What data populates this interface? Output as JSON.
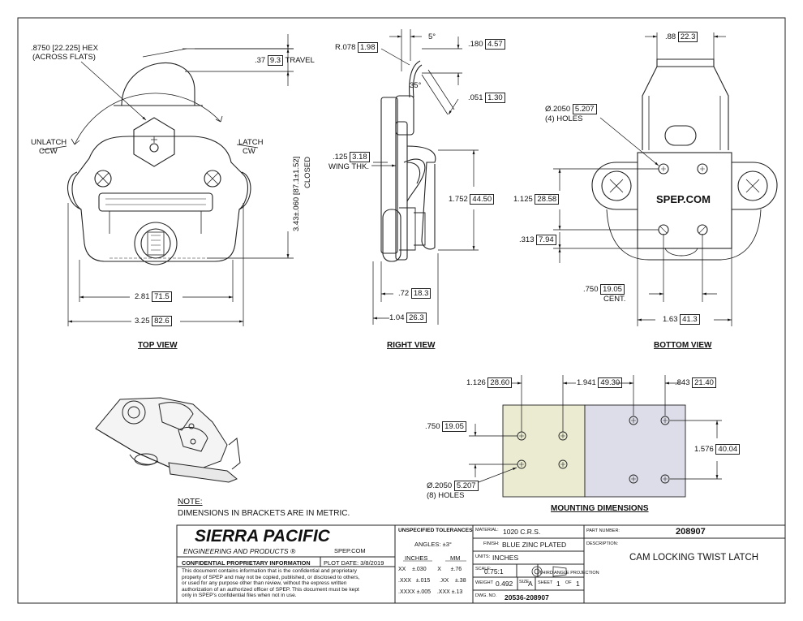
{
  "top_view": {
    "title": "TOP VIEW",
    "hex_dim": ".8750 [22.225] HEX",
    "hex_note": "(ACROSS FLATS)",
    "travel_a": ".37",
    "travel_b": "9.3",
    "travel_label": "TRAVEL",
    "unlatch_1": "UNLATCH",
    "unlatch_2": "CCW",
    "latch_1": "LATCH",
    "latch_2": "CW",
    "closed_dim": "3.43±.060 [87.1±1.52]",
    "closed_label": "CLOSED",
    "width_a": "2.81",
    "width_b": "71.5",
    "overall_a": "3.25",
    "overall_b": "82.6"
  },
  "right_view": {
    "title": "RIGHT VIEW",
    "radius_a": "R.078",
    "radius_b": "1.98",
    "angle5": "5°",
    "angle35": "35°",
    "d180_a": ".180",
    "d180_b": "4.57",
    "d051_a": ".051",
    "d051_b": "1.30",
    "wing_a": ".125",
    "wing_b": "3.18",
    "wing_label": "WING THK.",
    "h1752_a": "1.752",
    "h1752_b": "44.50",
    "w72_a": ".72",
    "w72_b": "18.3",
    "w104_a": "1.04",
    "w104_b": "26.3"
  },
  "bottom_view": {
    "title": "BOTTOM VIEW",
    "top_a": ".88",
    "top_b": "22.3",
    "holes_a": "Ø.2050",
    "holes_b": "5.207",
    "holes_label": "(4) HOLES",
    "brand": "SPEP.COM",
    "h1125_a": "1.125",
    "h1125_b": "28.58",
    "h313_a": ".313",
    "h313_b": "7.94",
    "cent_a": ".750",
    "cent_b": "19.05",
    "cent_label": "CENT.",
    "w163_a": "1.63",
    "w163_b": "41.3"
  },
  "mounting": {
    "title": "MOUNTING DIMENSIONS",
    "d1126_a": "1.126",
    "d1126_b": "28.60",
    "d1941_a": "1.941",
    "d1941_b": "49.30",
    "d843_a": ".843",
    "d843_b": "21.40",
    "d750_a": ".750",
    "d750_b": "19.05",
    "d1576_a": "1.576",
    "d1576_b": "40.04",
    "holes_a": "Ø.2050",
    "holes_b": "5.207",
    "holes_label": "(8) HOLES",
    "colors": {
      "left_panel": "#ebebd2",
      "right_panel": "#dcdde8"
    }
  },
  "note": {
    "label": "NOTE:",
    "text": "DIMENSIONS IN BRACKETS ARE IN METRIC."
  },
  "title_block": {
    "company": "SIERRA PACIFIC",
    "company_sub": "ENGINEERING AND PRODUCTS",
    "company_mark": "®",
    "website": "SPEP.COM",
    "confidential": "CONFIDENTIAL PROPRIETARY INFORMATION",
    "plot_label": "PLOT DATE:",
    "plot_date": "3/8/2019",
    "disclaimer_1": "This document contains information that is the confidential and proprietary",
    "disclaimer_2": "property of SPEP and may not be copied, published, or disclosed to others,",
    "disclaimer_3": "or used for any purpose  other than review, without the express written",
    "disclaimer_4": "authorization of an authorized officer of SPEP. This document must be kept",
    "disclaimer_5": "only in SPEP's confidential files when not in use.",
    "tol_title": "UNSPECIFIED TOLERANCES",
    "tol_angles": "ANGLES: ±3°",
    "tol_inches": "INCHES",
    "tol_mm": "MM",
    "tol_rows": [
      [
        "XX",
        "±.030",
        "X",
        "±.76"
      ],
      [
        ".XXX",
        "±.015",
        ".XX",
        "±.38"
      ],
      [
        ".XXXX",
        "±.005",
        ".XXX",
        "±.13"
      ]
    ],
    "material_label": "MATERIAL:",
    "material": "1020 C.R.S.",
    "finish_label": "FINISH:",
    "finish": "BLUE ZINC PLATED",
    "units_label": "UNITS:",
    "units": "INCHES",
    "scale_label": "SCALE:",
    "scale": "0.75:1",
    "projection": "THIRD ANGLE PROJECTION",
    "weight_label": "WEIGHT",
    "weight": "0.492",
    "size_label": "SIZE",
    "size": "A",
    "sheet_label": "SHEET",
    "sheet": "1",
    "of_label": "OF",
    "sheet_total": "1",
    "dwg_label": "DWG. NO.",
    "dwg": "20536-208907",
    "part_label": "PART NUMBER:",
    "part": "208907",
    "desc_label": "DESCRIPTION:",
    "description": "CAM LOCKING TWIST LATCH"
  }
}
